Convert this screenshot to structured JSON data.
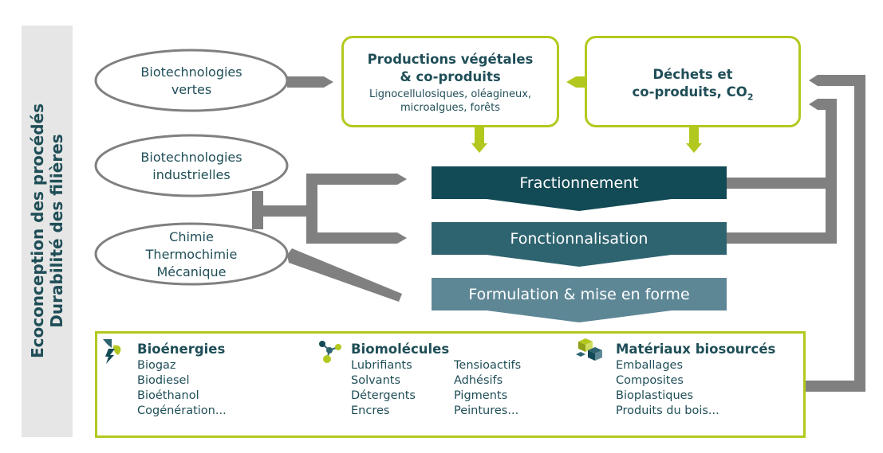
{
  "sidebar": {
    "line1": "Ecoconception des procédés",
    "line2": "Durabilité des filières"
  },
  "ellipses": {
    "biotech_vertes": "Biotechnologies\nvertes",
    "biotech_industrielles": "Biotechnologies\nindustrielles",
    "chimie": "Chimie\nThermochimie\nMécanique"
  },
  "boxes": {
    "productions": {
      "title": "Productions végétales\n& co-produits",
      "subtitle": "Lignocellulosiques, oléagineux,\nmicroalgues, forêts"
    },
    "dechets": {
      "title_line1": "Déchets et",
      "title_line2": "co-produits, CO",
      "subscript": "2"
    }
  },
  "steps": {
    "fractionnement": "Fractionnement",
    "fonctionnalisation": "Fonctionnalisation",
    "formulation": "Formulation & mise en forme"
  },
  "products": {
    "bioenergies": {
      "title": "Bioénergies",
      "icon": "bolt-leaf-icon",
      "items": [
        "Biogaz",
        "Biodiesel",
        "Bioéthanol",
        "Cogénération..."
      ]
    },
    "biomolecules": {
      "title": "Biomolécules",
      "icon": "molecule-icon",
      "items_col1": [
        "Lubrifiants",
        "Solvants",
        "Détergents",
        "Encres"
      ],
      "items_col2": [
        "Tensioactifs",
        "Adhésifs",
        "Pigments",
        "Peintures..."
      ]
    },
    "materiaux": {
      "title": "Matériaux biosourcés",
      "icon": "cubes-icon",
      "items": [
        "Emballages",
        "Composites",
        "Bioplastiques",
        "Produits du bois..."
      ]
    }
  },
  "colors": {
    "dark_teal": "#124a55",
    "mid_teal": "#2e6470",
    "light_teal": "#5e8796",
    "green": "#b3c81e",
    "gray": "#808080",
    "text": "#1f4e57"
  }
}
